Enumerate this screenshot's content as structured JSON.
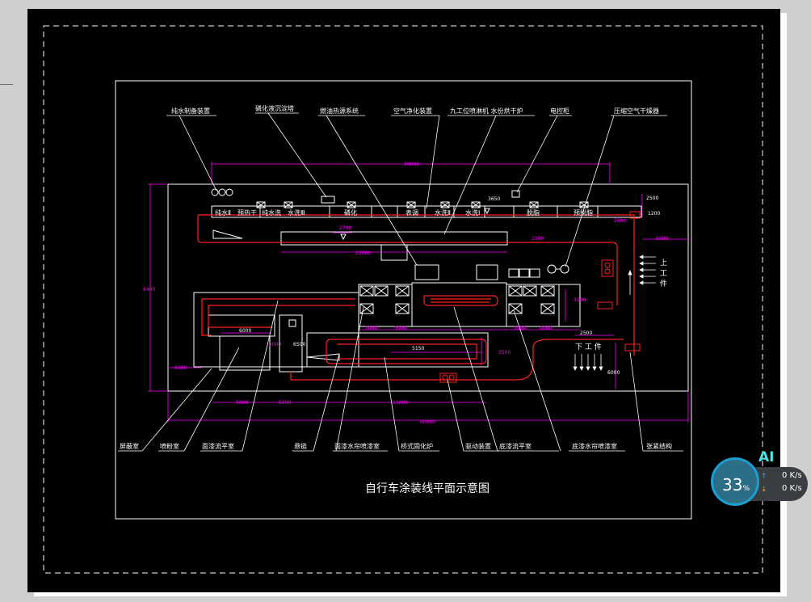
{
  "drawing": {
    "title": "自行车涂装线平面示意图",
    "top_labels": [
      "纯水制备装置",
      "磷化液沉淀塔",
      "燃油热源系统",
      "空气净化装置",
      "九工位喷淋机 水份烘干炉",
      "电控柜",
      "压缩空气干燥器"
    ],
    "bottom_labels": [
      "屏蔽室",
      "喷粉室",
      "面漆流平室",
      "悬链",
      "面漆水帘喷漆室",
      "桥式固化炉",
      "驱动装置",
      "底漆流平室",
      "底漆水帘喷漆室",
      "张紧结构"
    ],
    "station_labels": [
      "纯水Ⅱ",
      "预热干",
      "纯水洗",
      "水洗Ⅲ",
      "磷化",
      "表调",
      "水洗Ⅱ",
      "水洗Ⅰ",
      "脱脂",
      "预脱脂"
    ],
    "side_labels": {
      "loading": [
        "上",
        "工",
        "件"
      ],
      "unloading": "下 工 件"
    },
    "dimensions": {
      "top_total": "39000",
      "overall_width": "60000",
      "height_total": "8400",
      "d_2500": "2500",
      "d_1200": "1200",
      "d_3650": "3650",
      "d_2600": "2600",
      "d_6000a": "6000",
      "d_27000": "2700",
      "d_2500b": "2500",
      "d_22000": "22000",
      "d_1500": "1500",
      "d_3100": "3100",
      "d_5000a": "5000",
      "d_5000b": "5000",
      "d_5000c": "5000",
      "d_6000b": "6000",
      "d_2500c": "2500",
      "d_6000c": "6000",
      "d_2000": "2000",
      "d_6500": "6500",
      "d_5150": "5150",
      "d_3500": "3500",
      "d_6000d": "6000",
      "d_5000d": "5000",
      "d_5000e": "5000",
      "d_11000": "11000",
      "d_6000e": "6000"
    },
    "colors": {
      "conveyor": "#ff2020",
      "dimension": "#ff00ff",
      "lines": "#ffffff",
      "background": "#000000"
    }
  },
  "widget": {
    "ai_label": "AI",
    "percent": "33",
    "percent_sign": "%",
    "upload_speed": "0 K/s",
    "download_speed": "0 K/s",
    "up_arrow": "↑",
    "down_arrow": "↓"
  }
}
